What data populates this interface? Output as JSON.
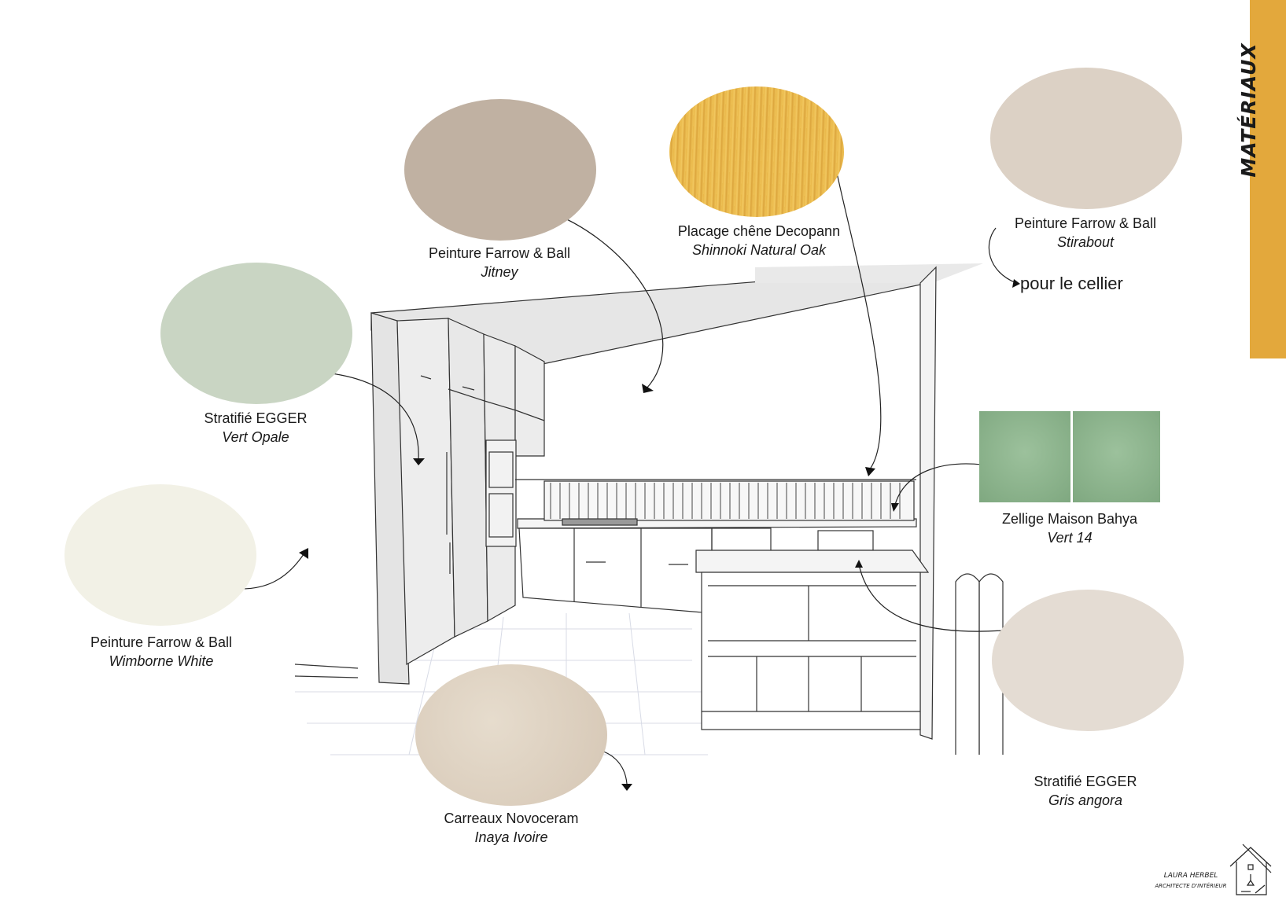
{
  "section_title": "MATÉRIAUX",
  "colors": {
    "accent_tab": "#e3a83c",
    "jitney": "#c0b1a2",
    "vert_opale": "#c9d5c3",
    "wimborne_white": "#f2f1e6",
    "stirabout": "#dcd1c5",
    "gris_angora": "#e4dcd3",
    "oak": "#e8b64a",
    "zellige": "#8db58e",
    "inaya_ivoire": "#ddd0c0"
  },
  "materials": [
    {
      "id": "jitney",
      "brand": "Peinture Farrow & Ball",
      "reference": "Jitney"
    },
    {
      "id": "oak",
      "brand": "Placage chêne Decopann",
      "reference": "Shinnoki Natural Oak"
    },
    {
      "id": "stirabout",
      "brand": "Peinture Farrow & Ball",
      "reference": "Stirabout"
    },
    {
      "id": "vert_opale",
      "brand": "Stratifié EGGER",
      "reference": "Vert Opale"
    },
    {
      "id": "zellige",
      "brand": "Zellige Maison Bahya",
      "reference": "Vert 14"
    },
    {
      "id": "wimborne",
      "brand": "Peinture Farrow & Ball",
      "reference": "Wimborne White"
    },
    {
      "id": "gris_angora",
      "brand": "Stratifié EGGER",
      "reference": "Gris angora"
    },
    {
      "id": "inaya",
      "brand": "Carreaux Novoceram",
      "reference": "Inaya Ivoire"
    }
  ],
  "cellier_note": "pour le cellier",
  "logo": {
    "name": "LAURA HERBEL",
    "subtitle": "ARCHITECTE D'INTÉRIEUR",
    "icon": "house-icon"
  }
}
